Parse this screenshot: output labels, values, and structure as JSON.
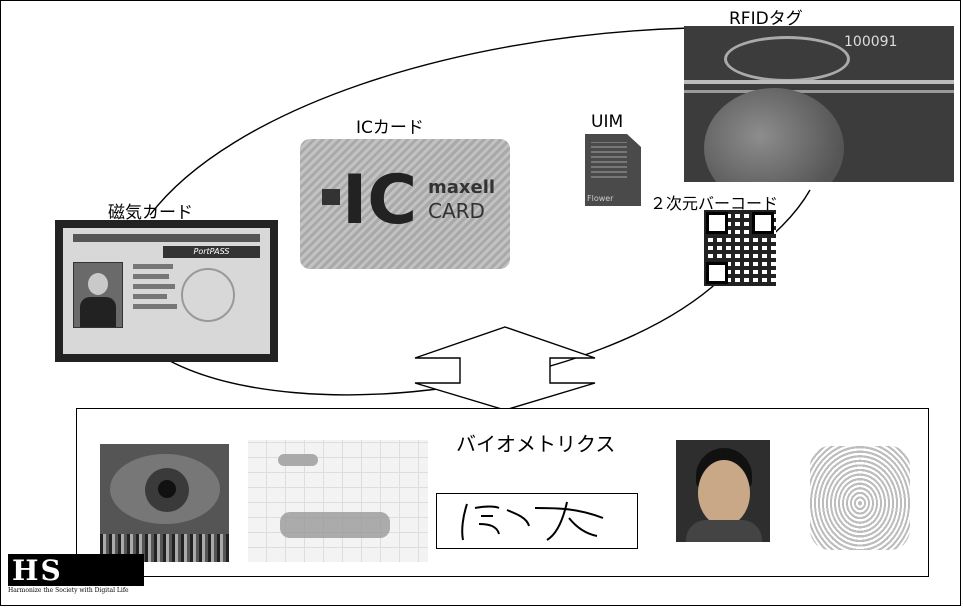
{
  "labels": {
    "rfid": "RFIDタグ",
    "ic_card": "ICカード",
    "uim": "UIM",
    "magnetic": "磁気カード",
    "qr": "２次元バーコード",
    "biometrics": "バイオメトリクス"
  },
  "ic_card_face": {
    "brand": "maxell",
    "card": "CARD",
    "mark": "IC"
  },
  "rfid_code": "100091",
  "uim_text": "Flower",
  "mag_card": {
    "title": "PortPASS"
  },
  "logo": {
    "letters": "HS",
    "tagline": "Harmonize the Society with Digital Life"
  },
  "colors": {
    "line": "#000000",
    "card_gray": "#b8b8b8"
  }
}
